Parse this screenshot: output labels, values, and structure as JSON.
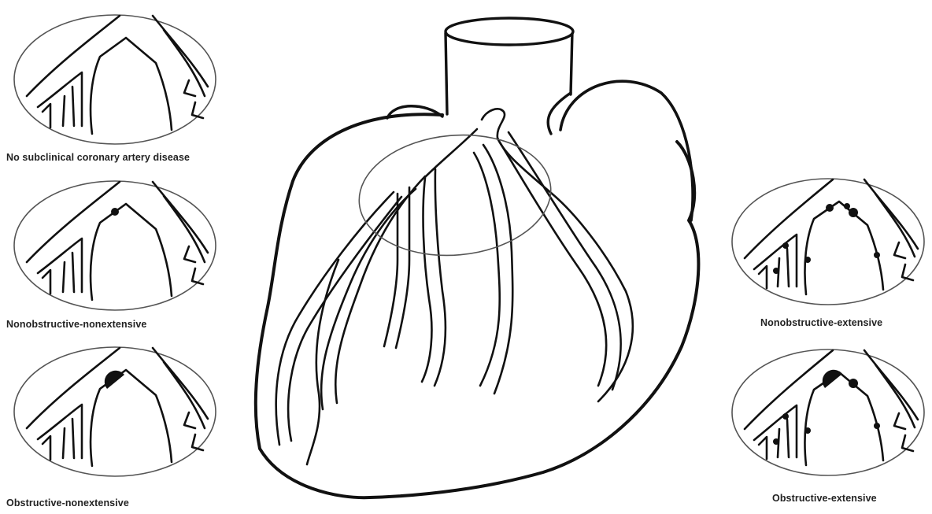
{
  "figure": {
    "captions": {
      "none": "No subclinical coronary artery disease",
      "nonobstructive_nonextensive": "Nonobstructive-nonextensive",
      "obstructive_nonextensive": "Obstructive-nonextensive",
      "nonobstructive_extensive": "Nonobstructive-extensive",
      "obstructive_extensive": "Obstructive-extensive"
    },
    "colors": {
      "line": "#111111",
      "oval": "#555555",
      "background": "#ffffff"
    }
  }
}
